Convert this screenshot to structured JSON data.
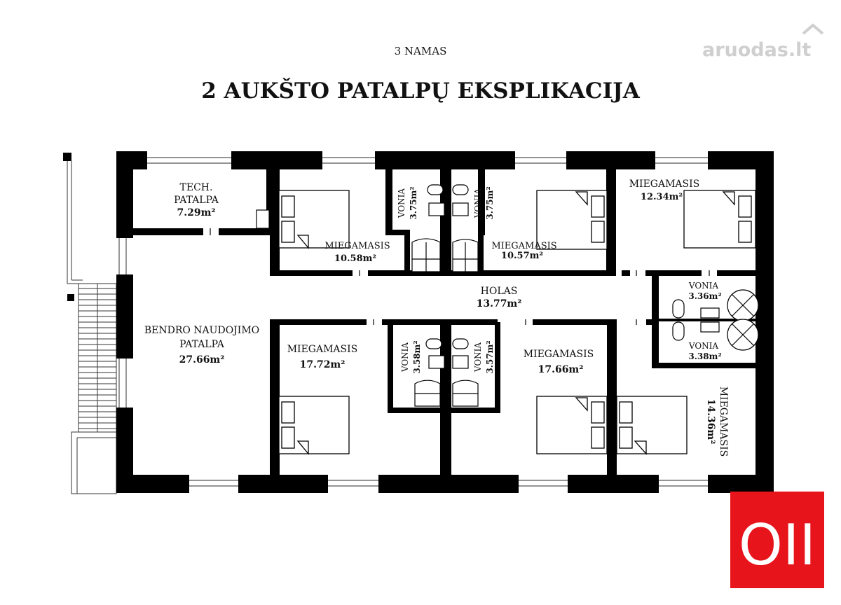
{
  "header": {
    "subtitle": "3 NAMAS",
    "title": "2 AUKŠTO PATALPŲ EKSPLIKACIJA"
  },
  "watermark": {
    "text": "aruodas.lt"
  },
  "badge": {
    "text": "OII",
    "color": "#e8141c"
  },
  "colors": {
    "wall": "#000000",
    "text": "#111111",
    "window_line": "#555555"
  },
  "rooms": {
    "tech": {
      "name1": "TECH.",
      "name2": "PATALPA",
      "area": "7.29m²"
    },
    "bed_nw1": {
      "name": "MIEGAMASIS",
      "area": "10.58m²"
    },
    "bath_n1": {
      "name": "VONIA",
      "area": "3.75m²"
    },
    "bath_n2": {
      "name": "VONIA",
      "area": "3.75m²"
    },
    "bed_nw2": {
      "name": "MIEGAMASIS",
      "area": "10.57m²"
    },
    "bed_ne": {
      "name": "MIEGAMASIS",
      "area": "12.34m²"
    },
    "hall": {
      "name": "HOLAS",
      "area": "13.77m²"
    },
    "bath_e1": {
      "name": "VONIA",
      "area": "3.36m²"
    },
    "bath_e2": {
      "name": "VONIA",
      "area": "3.38m²"
    },
    "common": {
      "name1": "BENDRO NAUDOJIMO",
      "name2": "PATALPA",
      "area": "27.66m²"
    },
    "bed_s1": {
      "name": "MIEGAMASIS",
      "area": "17.72m²"
    },
    "bath_s1": {
      "name": "VONIA",
      "area": "3.58m²"
    },
    "bath_s2": {
      "name": "VONIA",
      "area": "3.57m²"
    },
    "bed_s2": {
      "name": "MIEGAMASIS",
      "area": "17.66m²"
    },
    "bed_se": {
      "name": "MIEGAMASIS",
      "area": "14.36m²"
    }
  }
}
